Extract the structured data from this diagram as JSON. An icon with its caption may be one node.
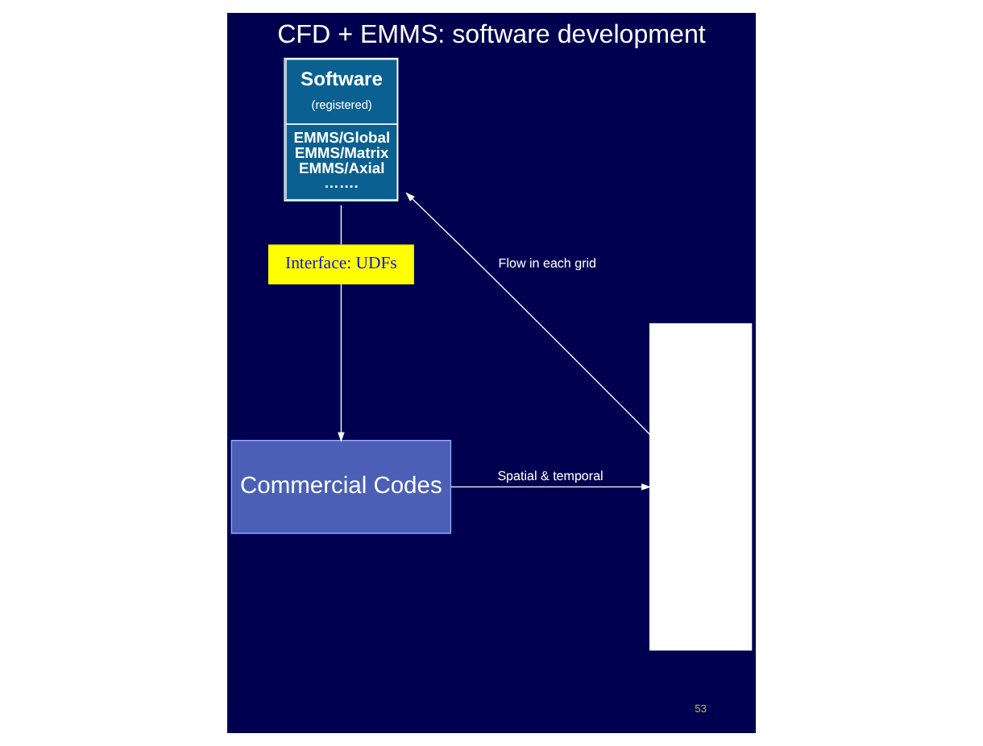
{
  "diagram": {
    "title": "CFD + EMMS: software development",
    "nodes": [
      {
        "text": [
          "Commercial Codes"
        ]
      },
      {
        "text": [
          "Interface: UDFs"
        ]
      },
      {
        "text": [
          "Software",
          "(registered)",
          "EMMS/Global",
          "EMMS/Matrix",
          "EMMS/Axial",
          "……."
        ]
      },
      {
        "text": [],
        "shape": "box"
      }
    ],
    "edges": [
      {
        "from": 2,
        "to": 1,
        "arrow": "none"
      },
      {
        "from": 1,
        "to": 0,
        "arrow": "to"
      },
      {
        "from": 0,
        "to": 3,
        "arrow": "to",
        "label": "Spatial & temporal"
      },
      {
        "from": 3,
        "to": 2,
        "arrow": "to",
        "label": "Flow in each grid"
      }
    ],
    "labels": [
      "53"
    ]
  }
}
